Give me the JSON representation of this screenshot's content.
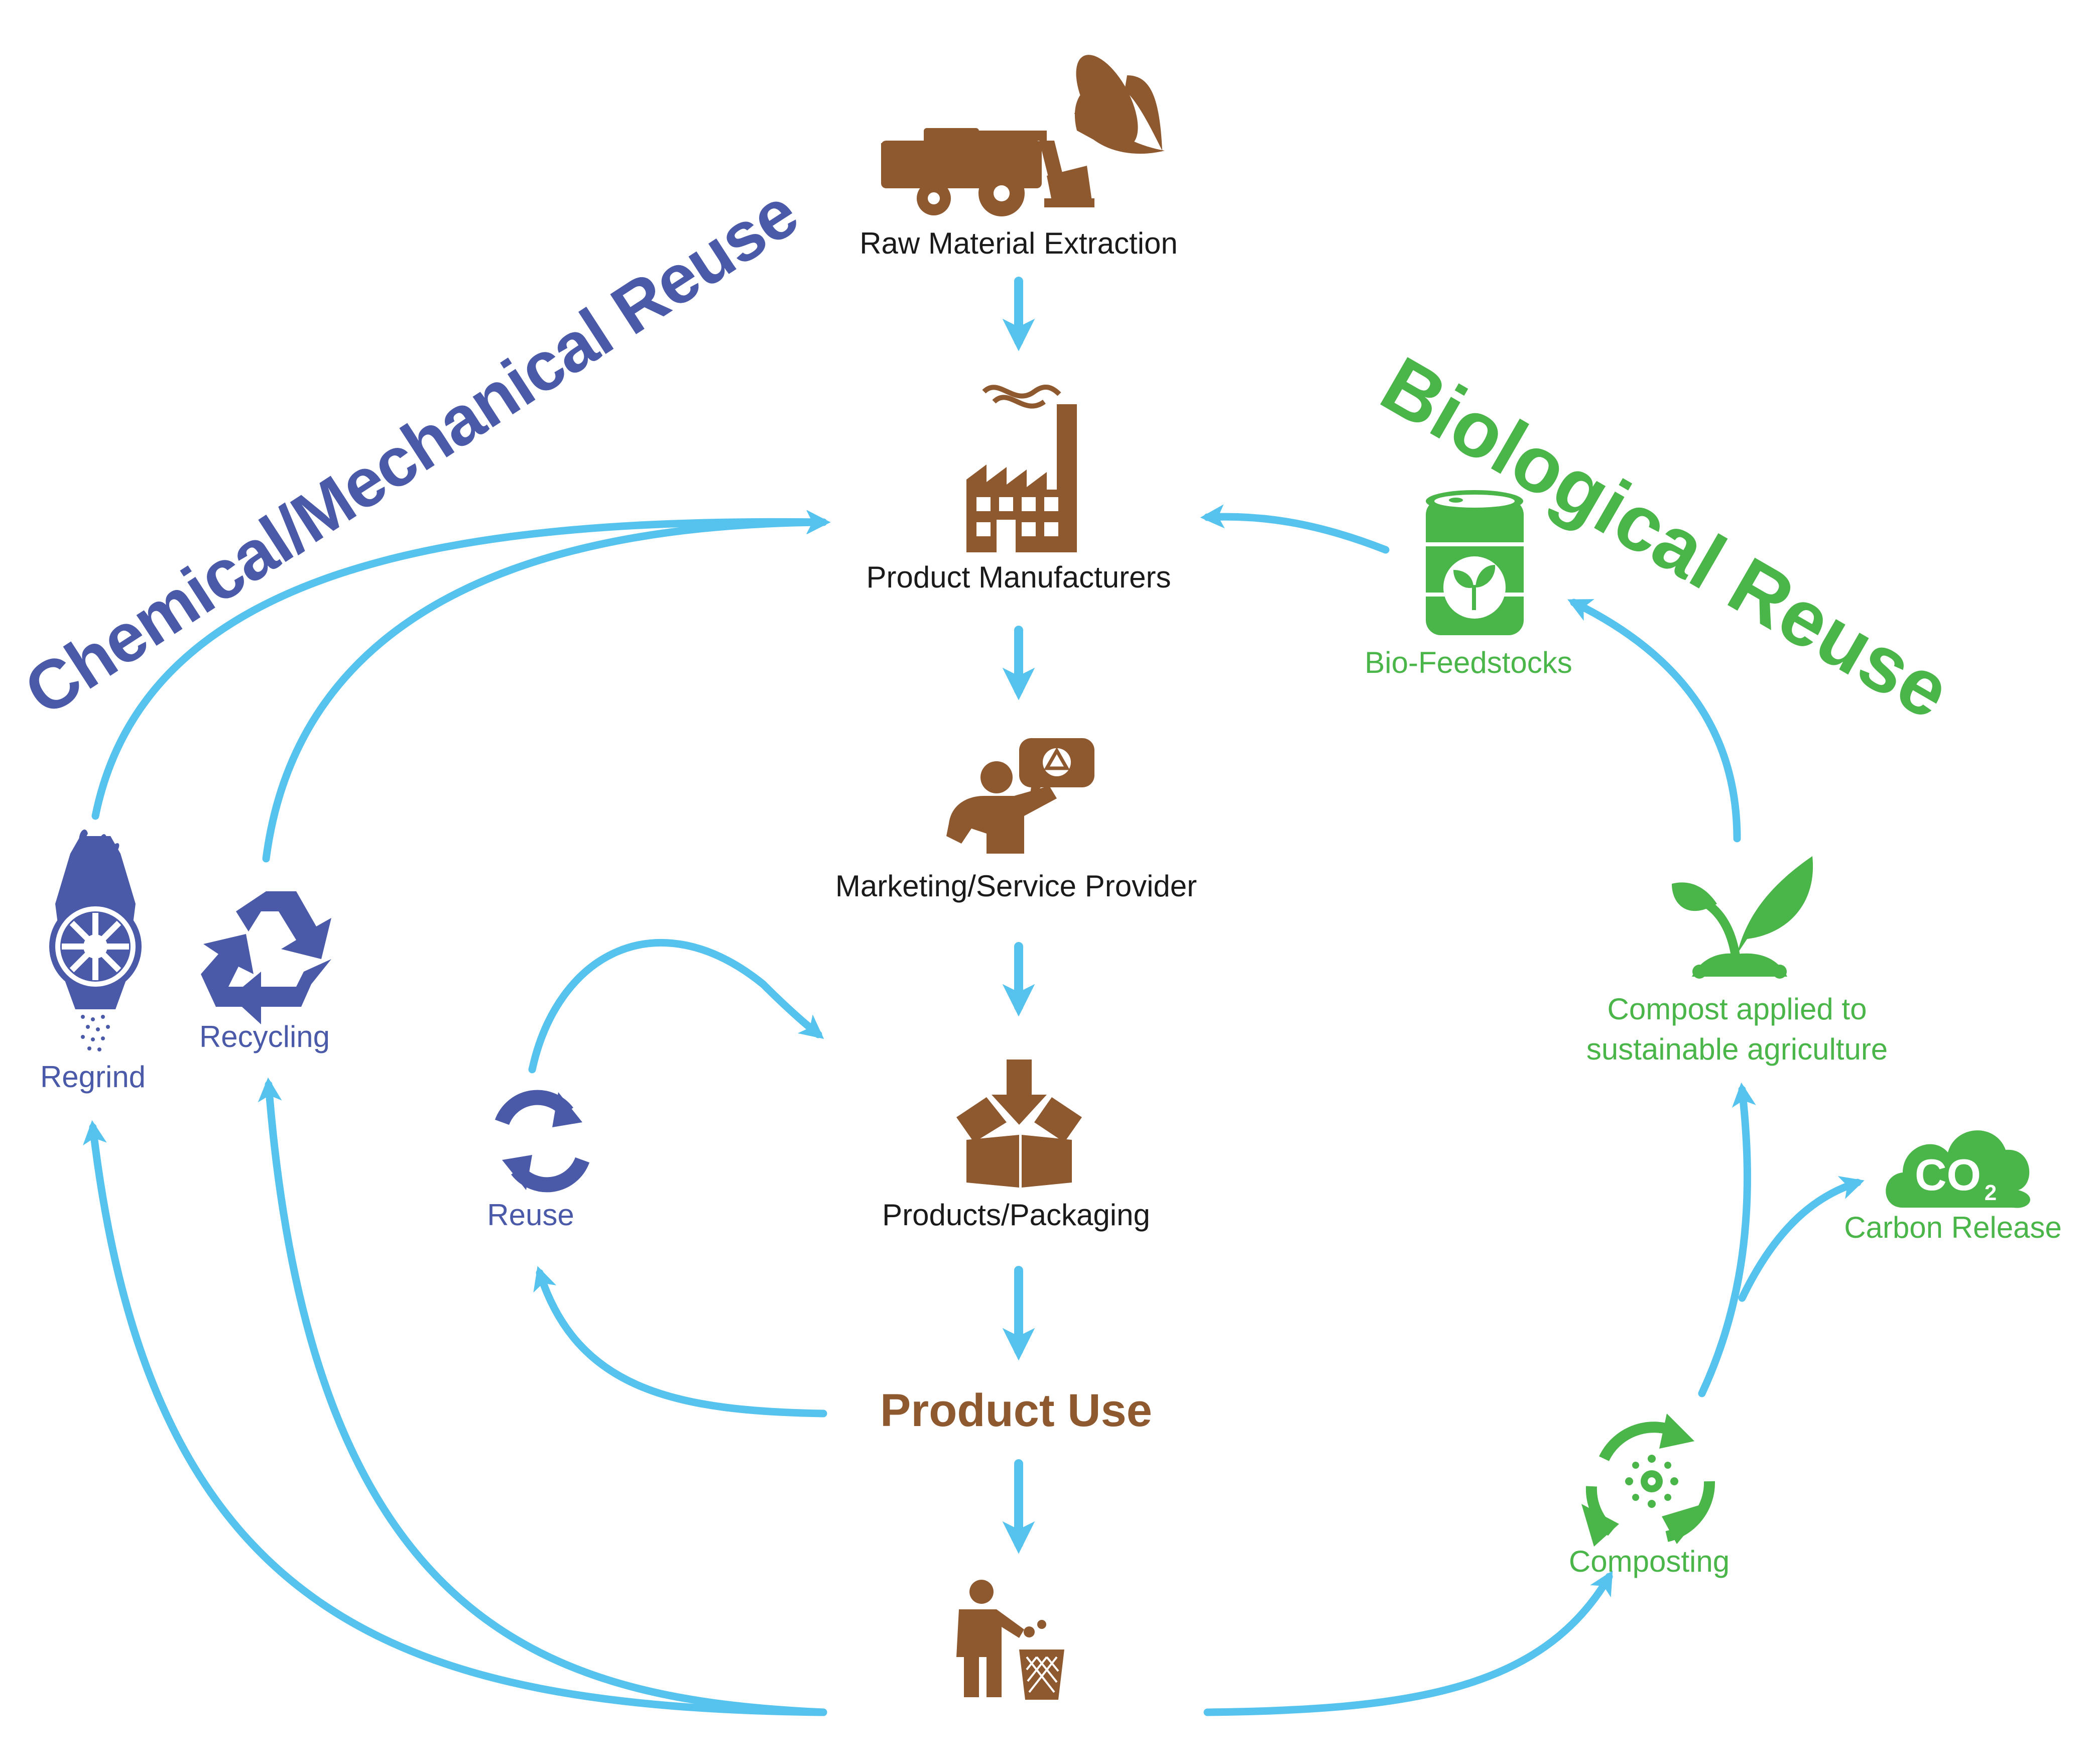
{
  "colors": {
    "brown": "#8f5930",
    "blue_title": "#4a5aa8",
    "green": "#4ab548",
    "arrow": "#56c3ee",
    "black": "#1a1a1a",
    "white": "#ffffff"
  },
  "titles": {
    "chemical_mechanical": "Chemical/Mechanical Reuse",
    "biological": "Biological Reuse"
  },
  "nodes": {
    "raw_material": {
      "label": "Raw Material Extraction",
      "icons": [
        "combine-harvester-icon",
        "corn-icon"
      ]
    },
    "manufacturers": {
      "label": "Product Manufacturers",
      "icon": "factory-icon"
    },
    "marketing": {
      "label": "Marketing/Service Provider",
      "icon": "presenter-recycle-icon"
    },
    "packaging": {
      "label": "Products/Packaging",
      "icon": "box-icon"
    },
    "product_use": {
      "label": "Product Use"
    },
    "disposal": {
      "icon": "trash-disposal-icon"
    },
    "reuse": {
      "label": "Reuse",
      "icon": "reuse-cycle-icon"
    },
    "recycling": {
      "label": "Recycling",
      "icon": "recycle-icon"
    },
    "regrind": {
      "label": "Regrind",
      "icon": "grinder-icon"
    },
    "bio_feedstocks": {
      "label": "Bio-Feedstocks",
      "icon": "bio-barrel-icon"
    },
    "compost_agri": {
      "label_line1": "Compost applied to",
      "label_line2": "sustainable agriculture",
      "icon": "sprout-icon"
    },
    "carbon_release": {
      "label": "Carbon Release",
      "icon": "co2-cloud-icon",
      "icon_text": "CO",
      "icon_sub": "2"
    },
    "composting": {
      "label": "Composting",
      "icon": "composting-cycle-icon"
    }
  }
}
